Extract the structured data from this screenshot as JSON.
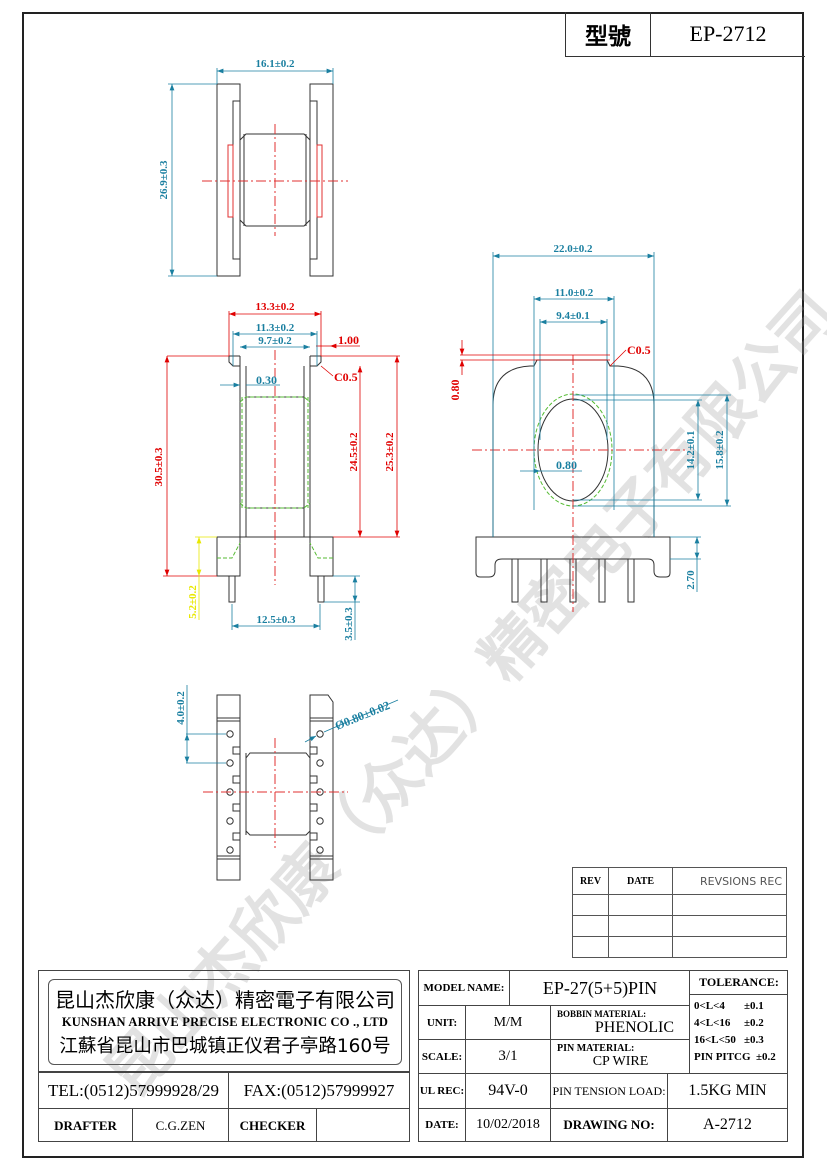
{
  "header": {
    "model_label": "型號",
    "model_value": "EP-2712"
  },
  "colors": {
    "dim_blue": "#1a7fa0",
    "dim_red": "#e00000",
    "dim_yellow": "#e8e800",
    "centerline_red": "#e03030",
    "hidden_green": "#55bb33",
    "outline": "#333333",
    "watermark": "#c8c8c8"
  },
  "watermark": {
    "text": "昆山杰欣康（众达）精密电子有限公司"
  },
  "views": {
    "top_view": {
      "dims": {
        "width": "16.1±0.2",
        "height": "26.9±0.3"
      }
    },
    "front_view": {
      "dims": {
        "overall_width": "13.3±0.2",
        "inner_width": "11.3±0.2",
        "core_width": "9.7±0.2",
        "flange_step": "1.00",
        "chamfer": "C0.5",
        "wall": "0.30",
        "overall_height": "30.5±0.3",
        "winding_height": "24.5±0.2",
        "flange_height": "25.3±0.2",
        "base_height": "5.2±0.2",
        "pin_span": "12.5±0.3",
        "pin_length": "3.5±0.3"
      }
    },
    "side_view": {
      "dims": {
        "overall_width": "22.0±0.2",
        "slot_width": "11.0±0.2",
        "core_width": "9.4±0.1",
        "chamfer": "C0.5",
        "step": "0.80",
        "core_wall": "0.80",
        "core_height": "14.2±0.1",
        "outer_core_height": "15.8±0.2",
        "base_height": "2.70"
      }
    },
    "bottom_view": {
      "dims": {
        "pin_pitch": "4.0±0.2",
        "pin_diameter": "Ø0.80±0.02"
      }
    }
  },
  "revisions": {
    "headers": [
      "REV",
      "DATE",
      "REVSIONS   REC"
    ],
    "rows": [
      [
        "",
        "",
        ""
      ],
      [
        "",
        "",
        ""
      ],
      [
        "",
        "",
        ""
      ]
    ]
  },
  "title_block": {
    "company_cn": "昆山杰欣康（众达）精密電子有限公司",
    "company_en": "KUNSHAN ARRIVE PRECISE ELECTRONIC CO ., LTD",
    "address_cn": "江蘇省昆山市巴城镇正仪君子亭路160号",
    "tel": "TEL:(0512)57999928/29",
    "fax": "FAX:(0512)57999927",
    "drafter_label": "DRAFTER",
    "drafter_value": "C.G.ZEN",
    "checker_label": "CHECKER",
    "checker_value": "",
    "model_name_label": "MODEL NAME:",
    "model_name_value": "EP-27(5+5)PIN",
    "unit_label": "UNIT:",
    "unit_value": "M/M",
    "bobbin_material_label": "BOBBIN MATERIAL:",
    "bobbin_material_value": "PHENOLIC",
    "scale_label": "SCALE:",
    "scale_value": "3/1",
    "pin_material_label": "PIN MATERIAL:",
    "pin_material_value": "CP WIRE",
    "ul_rec_label": "UL REC:",
    "ul_rec_value": "94V-0",
    "pin_tension_label": "PIN TENSION LOAD:",
    "pin_tension_value": "1.5KG MIN",
    "date_label": "DATE:",
    "date_value": "10/02/2018",
    "drawing_no_label": "DRAWING NO:",
    "drawing_no_value": "A-2712",
    "tolerance": {
      "title": "TOLERANCE:",
      "rows": [
        {
          "range": "0<L<4",
          "value": "±0.1"
        },
        {
          "range": "4<L<16",
          "value": "±0.2"
        },
        {
          "range": "16<L<50",
          "value": "±0.3"
        },
        {
          "range": "PIN PITCG",
          "value": "±0.2"
        }
      ]
    }
  }
}
